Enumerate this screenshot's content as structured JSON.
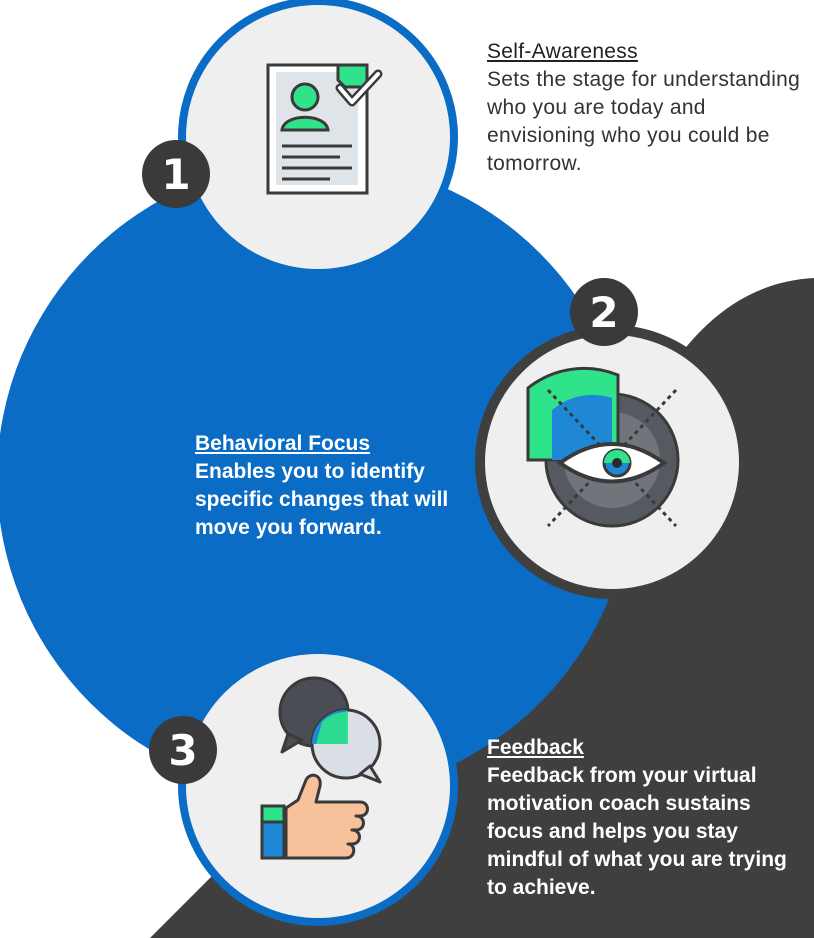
{
  "steps": [
    {
      "number": "1",
      "title": "Self-Awareness",
      "text": "Sets the stage for understanding who you are today and envisioning who you could be tomorrow.",
      "icon": "profile-document-icon"
    },
    {
      "number": "2",
      "title": "Behavioral Focus",
      "text": "Enables you to identify specific changes that will move you forward.",
      "icon": "target-eye-icon"
    },
    {
      "number": "3",
      "title": "Feedback",
      "text": "Feedback from your virtual motivation coach sustains focus and helps you stay mindful of what you are trying to achieve.",
      "icon": "feedback-thumbs-up-icon"
    }
  ],
  "colors": {
    "blue": "#0a6cc4",
    "dark": "#3f3f3f",
    "circle": "#efefef",
    "green": "#2fe38a",
    "skin": "#f7c19b"
  }
}
